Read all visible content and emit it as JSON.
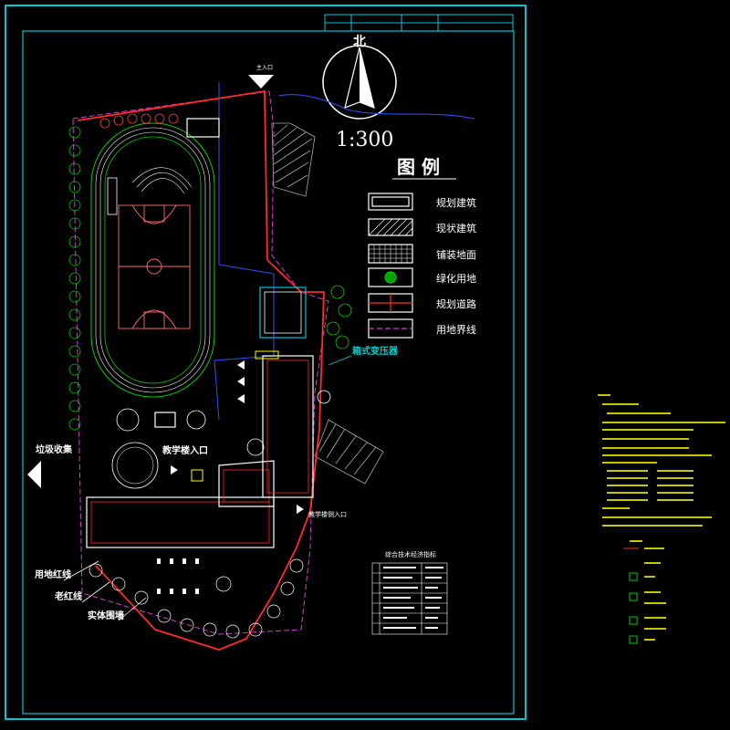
{
  "north": {
    "label": "北",
    "scale": "1:300"
  },
  "legend": {
    "title": "图  例",
    "items": [
      {
        "label": "规划建筑"
      },
      {
        "label": "现状建筑"
      },
      {
        "label": "铺装地面"
      },
      {
        "label": "绿化用地"
      },
      {
        "label": "规划道路"
      },
      {
        "label": "用地界线"
      }
    ]
  },
  "site_labels": {
    "entry_main": "主入口",
    "teaching_entry": "教学楼入口",
    "teaching_side_entry": "教学楼侧入口",
    "transformer": "箱式变压器",
    "garbage": "垃圾收集",
    "land_red_line": "用地红线",
    "old_red_line": "老红线",
    "wall": "实体围墙",
    "table_title": "综合技术经济指标"
  },
  "colors": {
    "frame": "#00c8d8",
    "grass": "#00d000",
    "red": "#ff2a2a",
    "yellow": "#ffff00",
    "white": "#ffffff",
    "magenta": "#d040d0",
    "blue": "#3050ff",
    "note": "#c8c800"
  }
}
